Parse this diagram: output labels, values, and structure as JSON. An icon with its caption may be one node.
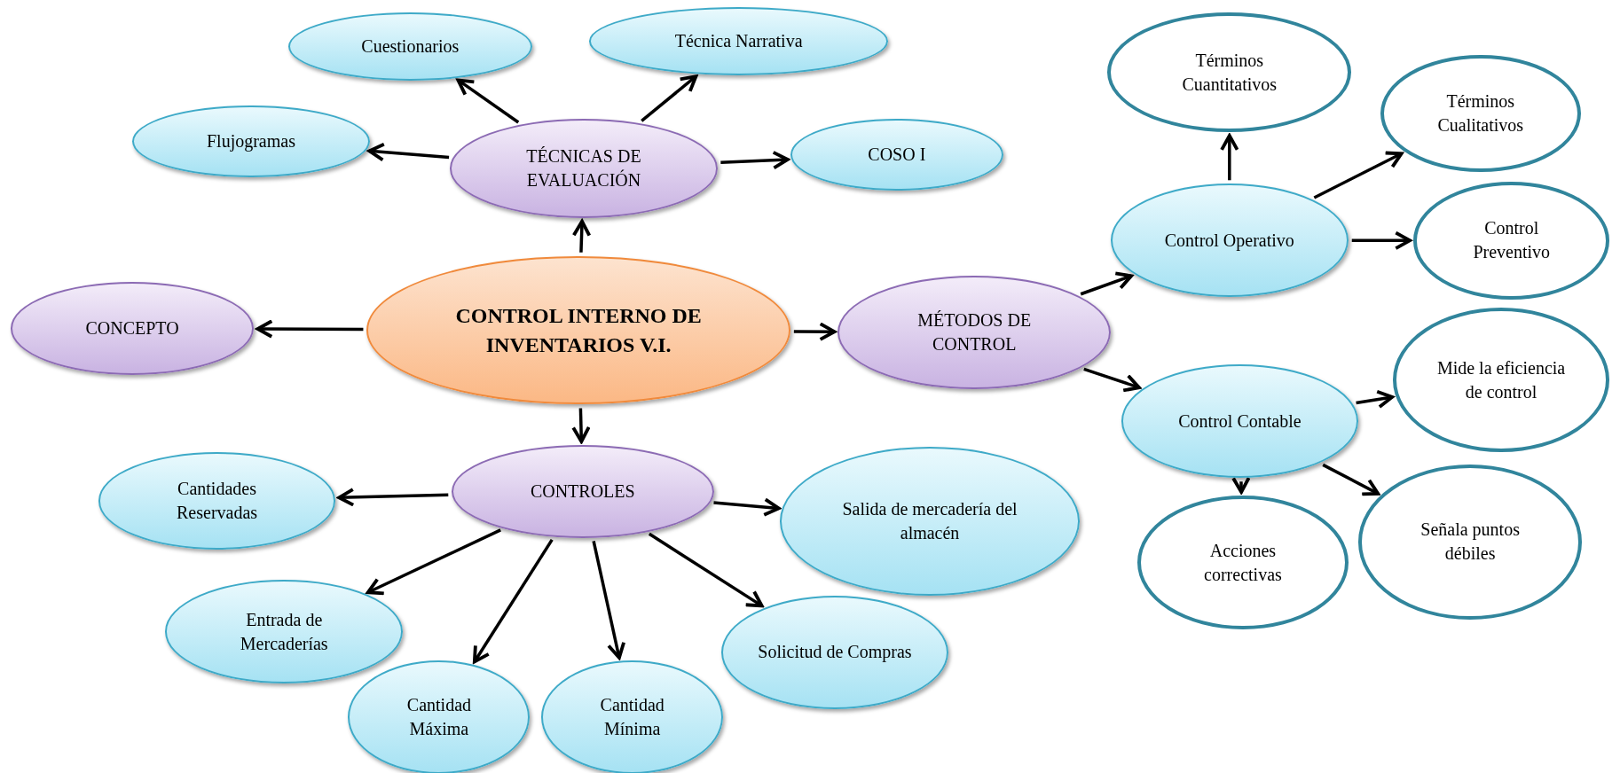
{
  "diagram": {
    "nodes": [
      {
        "text": [
          "CONTROL INTERNO DE INVENTARIOS V.I."
        ]
      },
      {
        "text": [
          "TÉCNICAS DE EVALUACIÓN"
        ]
      },
      {
        "text": [
          "Cuestionarios"
        ]
      },
      {
        "text": [
          "Técnica Narrativa"
        ]
      },
      {
        "text": [
          "Flujogramas"
        ]
      },
      {
        "text": [
          "COSO I"
        ]
      },
      {
        "text": [
          "CONCEPTO"
        ]
      },
      {
        "text": [
          "MÉTODOS DE CONTROL"
        ]
      },
      {
        "text": [
          "Control Operativo"
        ]
      },
      {
        "text": [
          "Términos Cuantitativos"
        ]
      },
      {
        "text": [
          "Términos Cualitativos"
        ]
      },
      {
        "text": [
          "Control Preventivo"
        ]
      },
      {
        "text": [
          "Control Contable"
        ]
      },
      {
        "text": [
          "Mide la eficiencia de control"
        ]
      },
      {
        "text": [
          "Acciones correctivas"
        ]
      },
      {
        "text": [
          "Señala puntos débiles"
        ]
      },
      {
        "text": [
          "CONTROLES"
        ]
      },
      {
        "text": [
          "Cantidades Reservadas"
        ]
      },
      {
        "text": [
          "Salida de mercadería del almacén"
        ]
      },
      {
        "text": [
          "Entrada de Mercaderías"
        ]
      },
      {
        "text": [
          "Cantidad Máxima"
        ]
      },
      {
        "text": [
          "Cantidad Mínima"
        ]
      },
      {
        "text": [
          "Solicitud de Compras"
        ]
      }
    ],
    "edges": [
      {
        "from": 0,
        "to": 1,
        "arrow": "to"
      },
      {
        "from": 0,
        "to": 6,
        "arrow": "to"
      },
      {
        "from": 0,
        "to": 7,
        "arrow": "to"
      },
      {
        "from": 0,
        "to": 16,
        "arrow": "to"
      },
      {
        "from": 1,
        "to": 2,
        "arrow": "to"
      },
      {
        "from": 1,
        "to": 3,
        "arrow": "to"
      },
      {
        "from": 1,
        "to": 4,
        "arrow": "to"
      },
      {
        "from": 1,
        "to": 5,
        "arrow": "to"
      },
      {
        "from": 7,
        "to": 8,
        "arrow": "to"
      },
      {
        "from": 7,
        "to": 12,
        "arrow": "to"
      },
      {
        "from": 8,
        "to": 9,
        "arrow": "to"
      },
      {
        "from": 8,
        "to": 10,
        "arrow": "to"
      },
      {
        "from": 8,
        "to": 11,
        "arrow": "to"
      },
      {
        "from": 12,
        "to": 13,
        "arrow": "to"
      },
      {
        "from": 12,
        "to": 14,
        "arrow": "to"
      },
      {
        "from": 12,
        "to": 15,
        "arrow": "to"
      },
      {
        "from": 16,
        "to": 17,
        "arrow": "to"
      },
      {
        "from": 16,
        "to": 18,
        "arrow": "to"
      },
      {
        "from": 16,
        "to": 19,
        "arrow": "to"
      },
      {
        "from": 16,
        "to": 20,
        "arrow": "to"
      },
      {
        "from": 16,
        "to": 21,
        "arrow": "to"
      },
      {
        "from": 16,
        "to": 22,
        "arrow": "to"
      }
    ]
  }
}
